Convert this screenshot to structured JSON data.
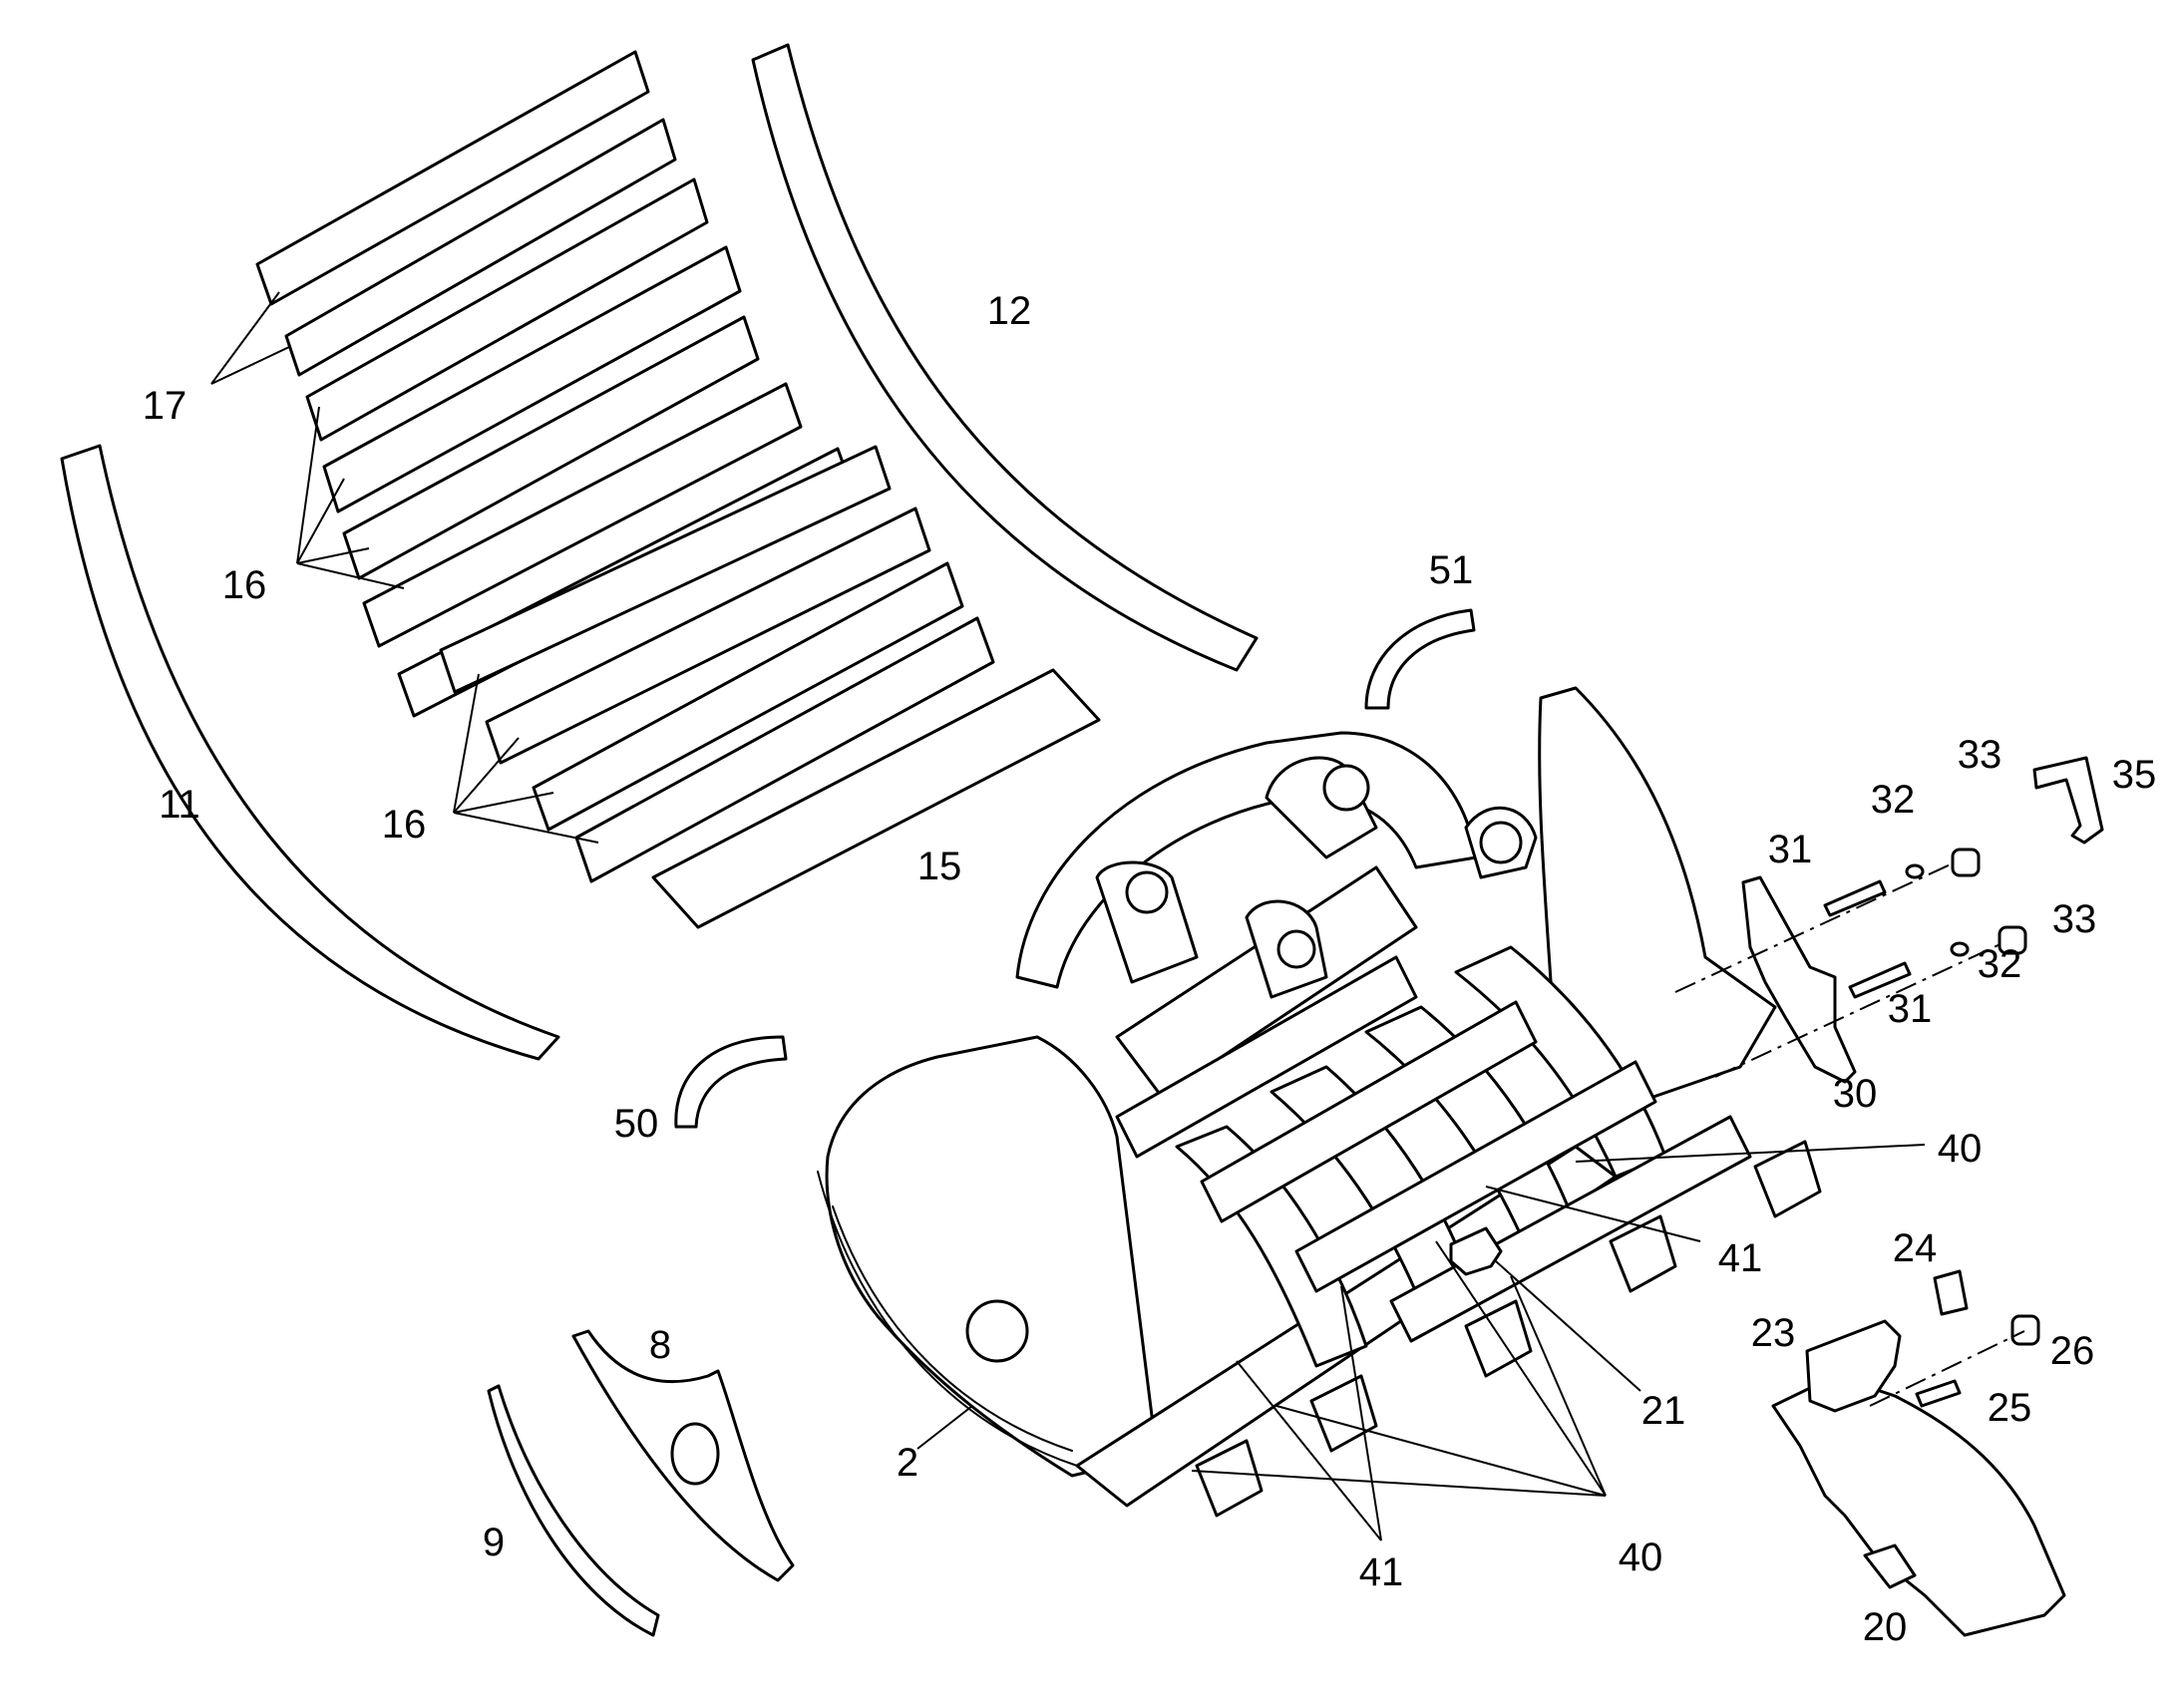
{
  "colors": {
    "line": "#000000",
    "background": "#ffffff"
  },
  "callouts": {
    "c17": "17",
    "c16a": "16",
    "c16b": "16",
    "c11": "11",
    "c12": "12",
    "c15": "15",
    "c51": "51",
    "c50": "50",
    "c33a": "33",
    "c35": "35",
    "c32a": "32",
    "c31a": "31",
    "c33b": "33",
    "c32b": "32",
    "c31b": "31",
    "c30": "30",
    "c40a": "40",
    "c41a": "41",
    "c24": "24",
    "c23": "23",
    "c26": "26",
    "c21": "21",
    "c25": "25",
    "c8": "8",
    "c2": "2",
    "c9": "9",
    "c41b": "41",
    "c40b": "40",
    "c20": "20"
  }
}
